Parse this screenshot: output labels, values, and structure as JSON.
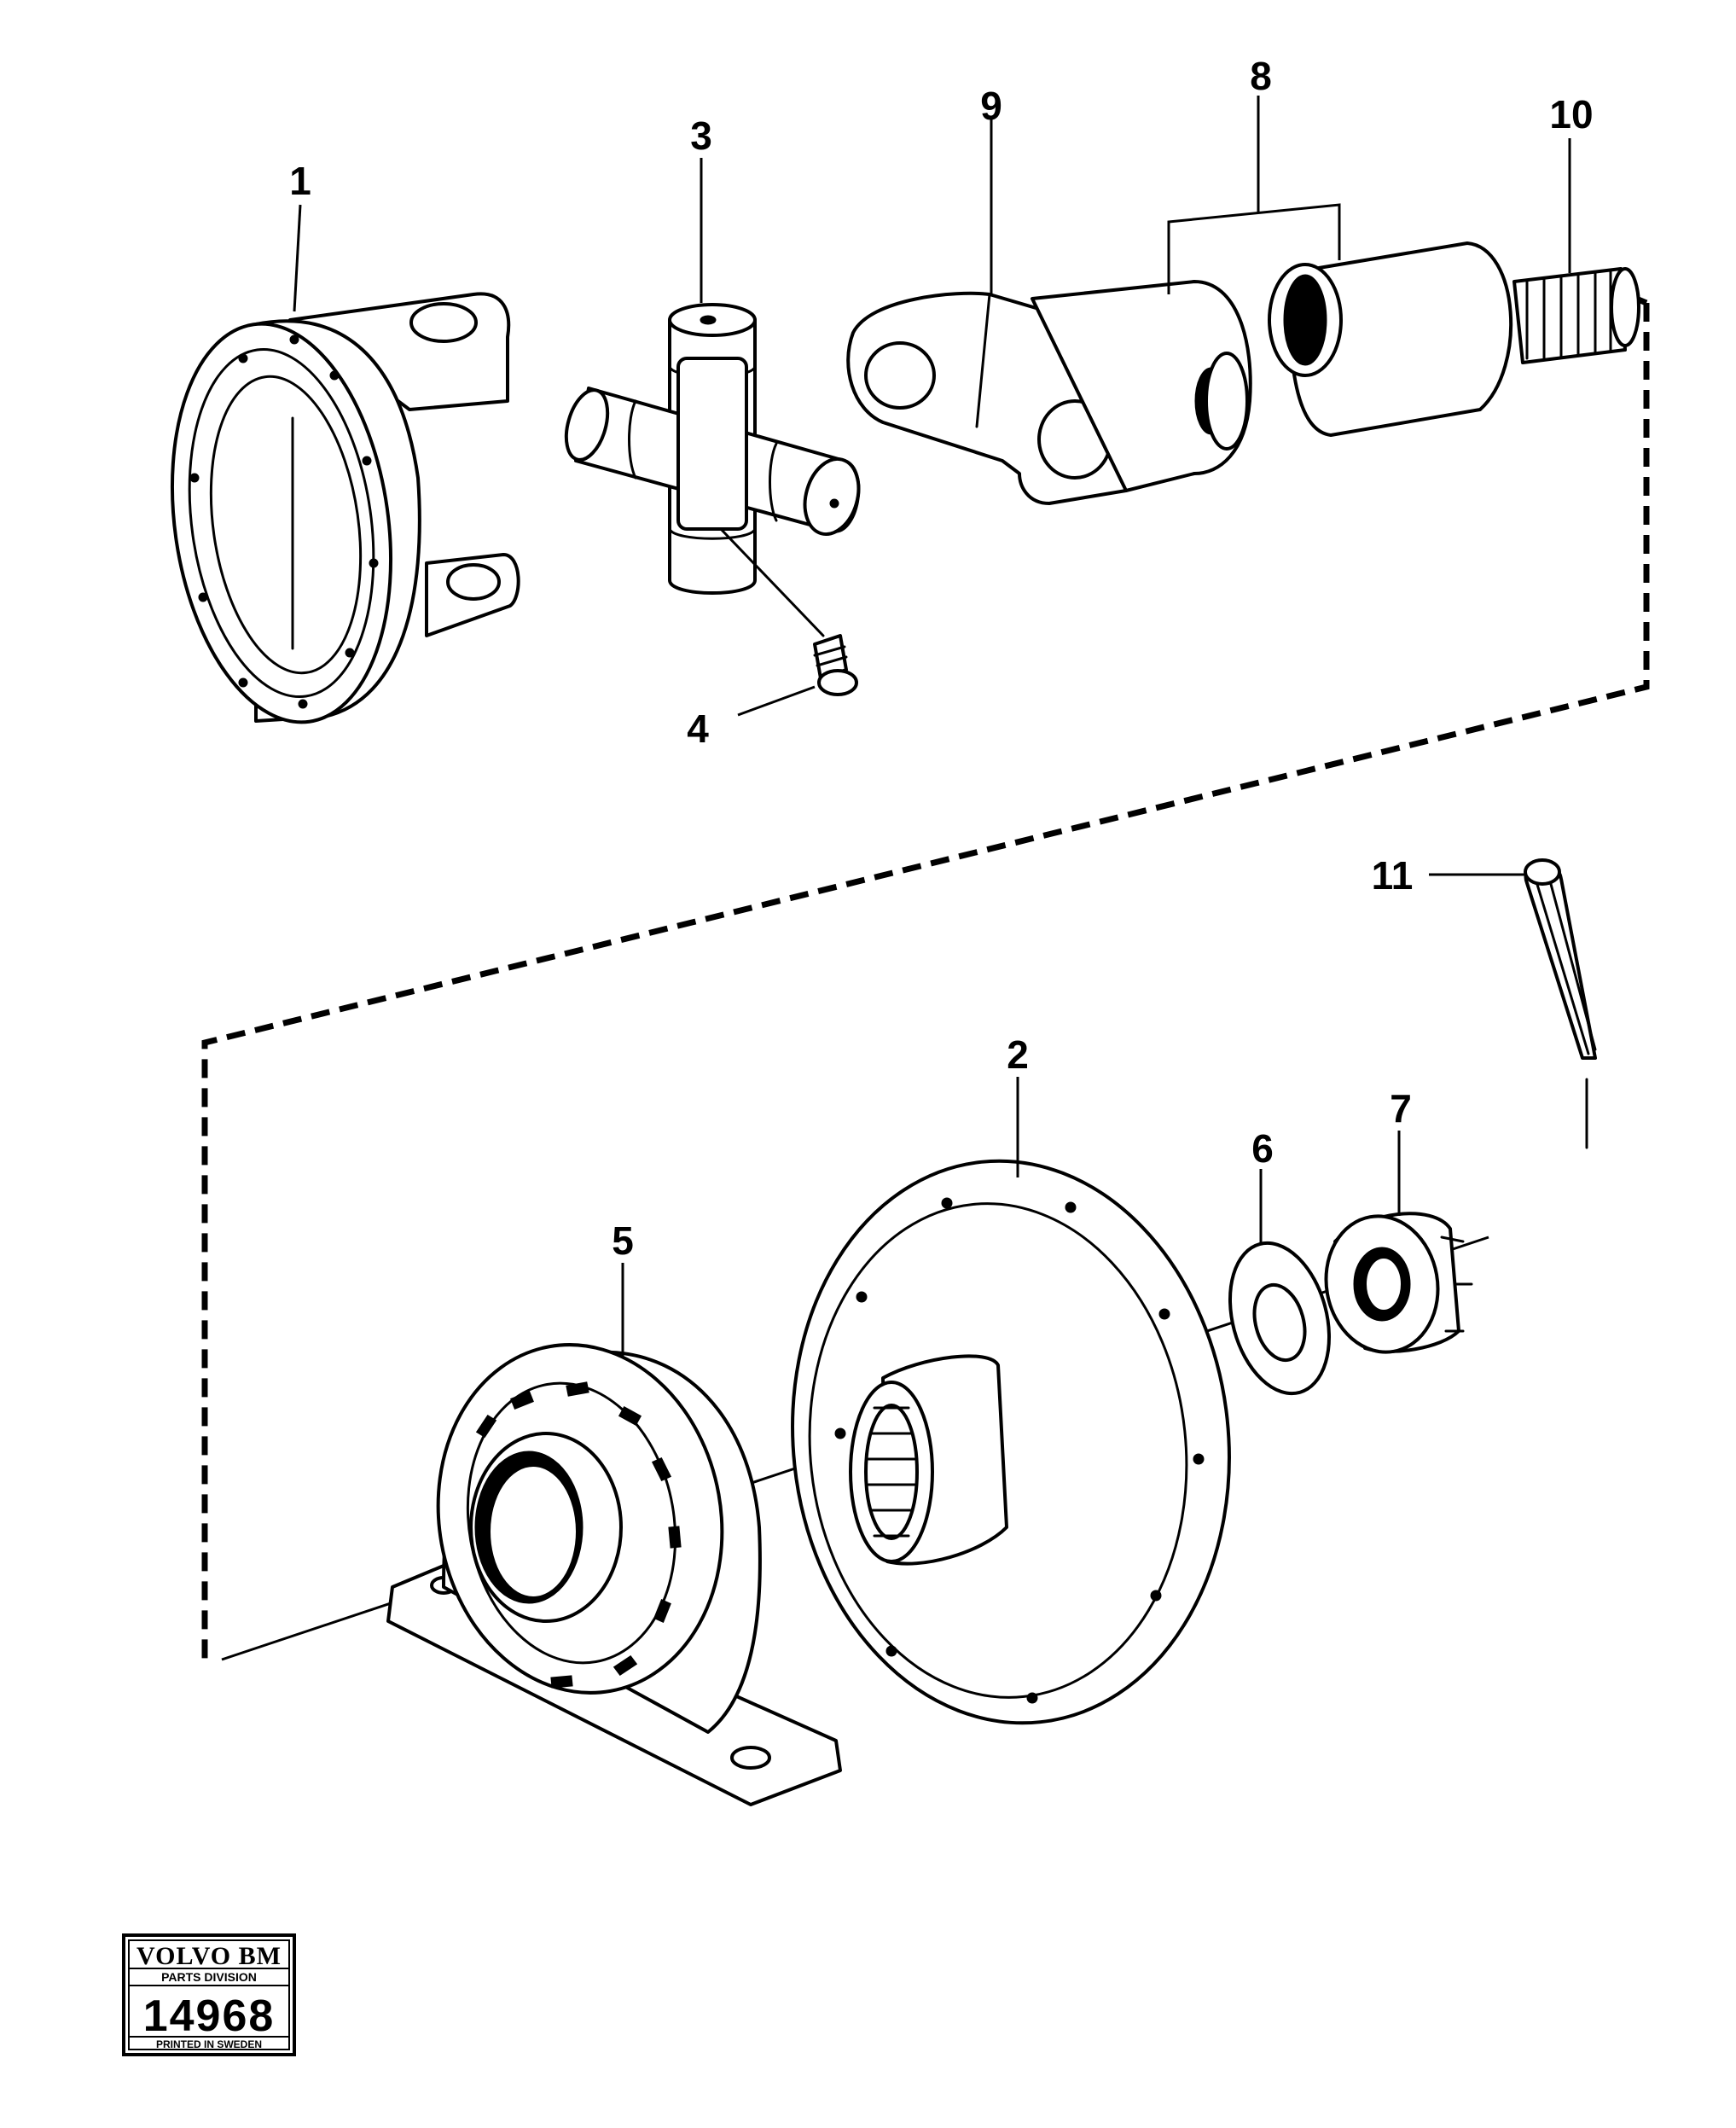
{
  "callouts": {
    "c1": "1",
    "c2": "2",
    "c3": "3",
    "c4": "4",
    "c5": "5",
    "c6": "6",
    "c7": "7",
    "c8": "8",
    "c9": "9",
    "c10": "10",
    "c11": "11"
  },
  "stamp": {
    "brand": "VOLVO BM",
    "division": "PARTS DIVISION",
    "number": "14968",
    "printed": "PRINTED IN SWEDEN"
  }
}
